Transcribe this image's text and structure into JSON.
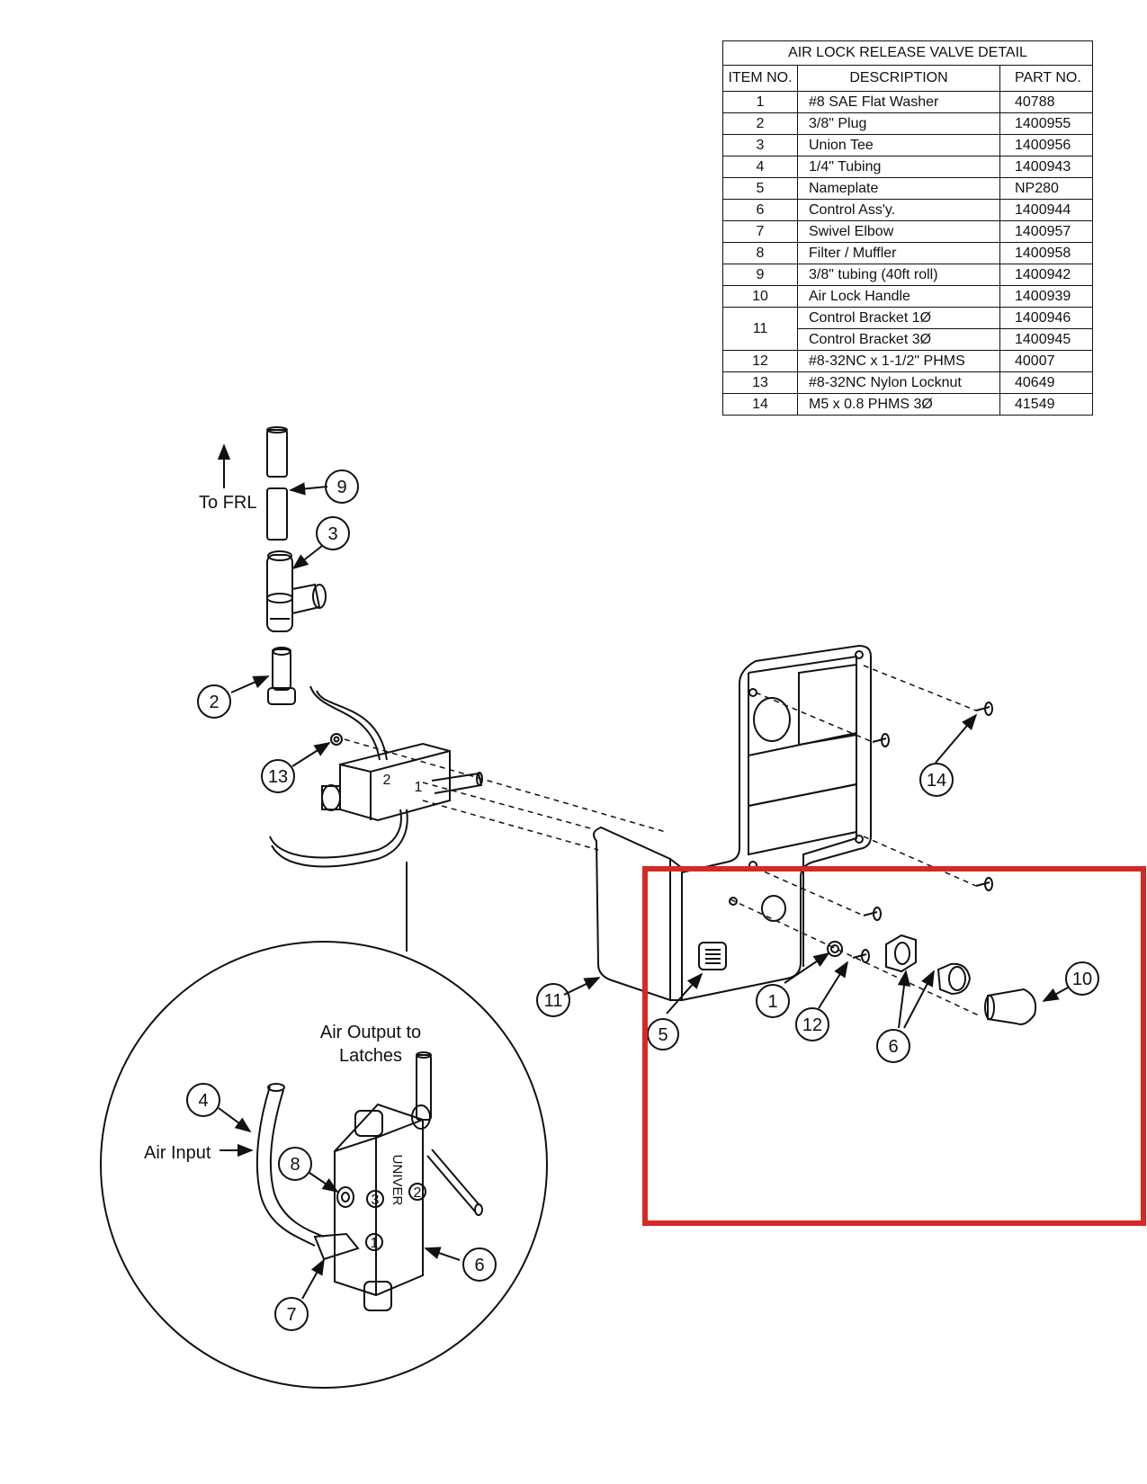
{
  "table": {
    "title": "AIR LOCK RELEASE VALVE DETAIL",
    "headers": {
      "item": "ITEM  NO.",
      "description": "DESCRIPTION",
      "part": "PART  NO."
    },
    "rows": [
      {
        "item": "1",
        "description": "#8 SAE Flat Washer",
        "part": "40788"
      },
      {
        "item": "2",
        "description": "3/8\" Plug",
        "part": "1400955"
      },
      {
        "item": "3",
        "description": "Union Tee",
        "part": "1400956"
      },
      {
        "item": "4",
        "description": "1/4\" Tubing",
        "part": "1400943"
      },
      {
        "item": "5",
        "description": "Nameplate",
        "part": "NP280"
      },
      {
        "item": "6",
        "description": "Control Ass'y.",
        "part": "1400944"
      },
      {
        "item": "7",
        "description": "Swivel Elbow",
        "part": "1400957"
      },
      {
        "item": "8",
        "description": "Filter / Muffler",
        "part": "1400958"
      },
      {
        "item": "9",
        "description": "3/8\" tubing (40ft roll)",
        "part": "1400942"
      },
      {
        "item": "10",
        "description": "Air Lock Handle",
        "part": "1400939"
      },
      {
        "item": "11",
        "description": "Control Bracket 1Ø",
        "part": "1400946"
      },
      {
        "item": "",
        "description": "Control Bracket 3Ø",
        "part": "1400945"
      },
      {
        "item": "12",
        "description": "#8-32NC x 1-1/2\" PHMS",
        "part": "40007"
      },
      {
        "item": "13",
        "description": "#8-32NC Nylon Locknut",
        "part": "40649"
      },
      {
        "item": "14",
        "description": "M5 x 0.8 PHMS 3Ø",
        "part": "41549"
      }
    ]
  },
  "labels": {
    "to_frl": "To FRL",
    "air_output_line1": "Air Output to",
    "air_output_line2": "Latches",
    "air_input": "Air Input",
    "valve_port_1": "1",
    "valve_port_2": "2",
    "valve_port_3": "3",
    "valve_brand": "UNIVER"
  },
  "callouts": {
    "c1": "1",
    "c2": "2",
    "c3": "3",
    "c4": "4",
    "c5": "5",
    "c6a": "6",
    "c6b": "6",
    "c7": "7",
    "c8": "8",
    "c9": "9",
    "c10": "10",
    "c11": "11",
    "c12": "12",
    "c13": "13",
    "c14": "14"
  },
  "highlight_color": "#d42a24"
}
